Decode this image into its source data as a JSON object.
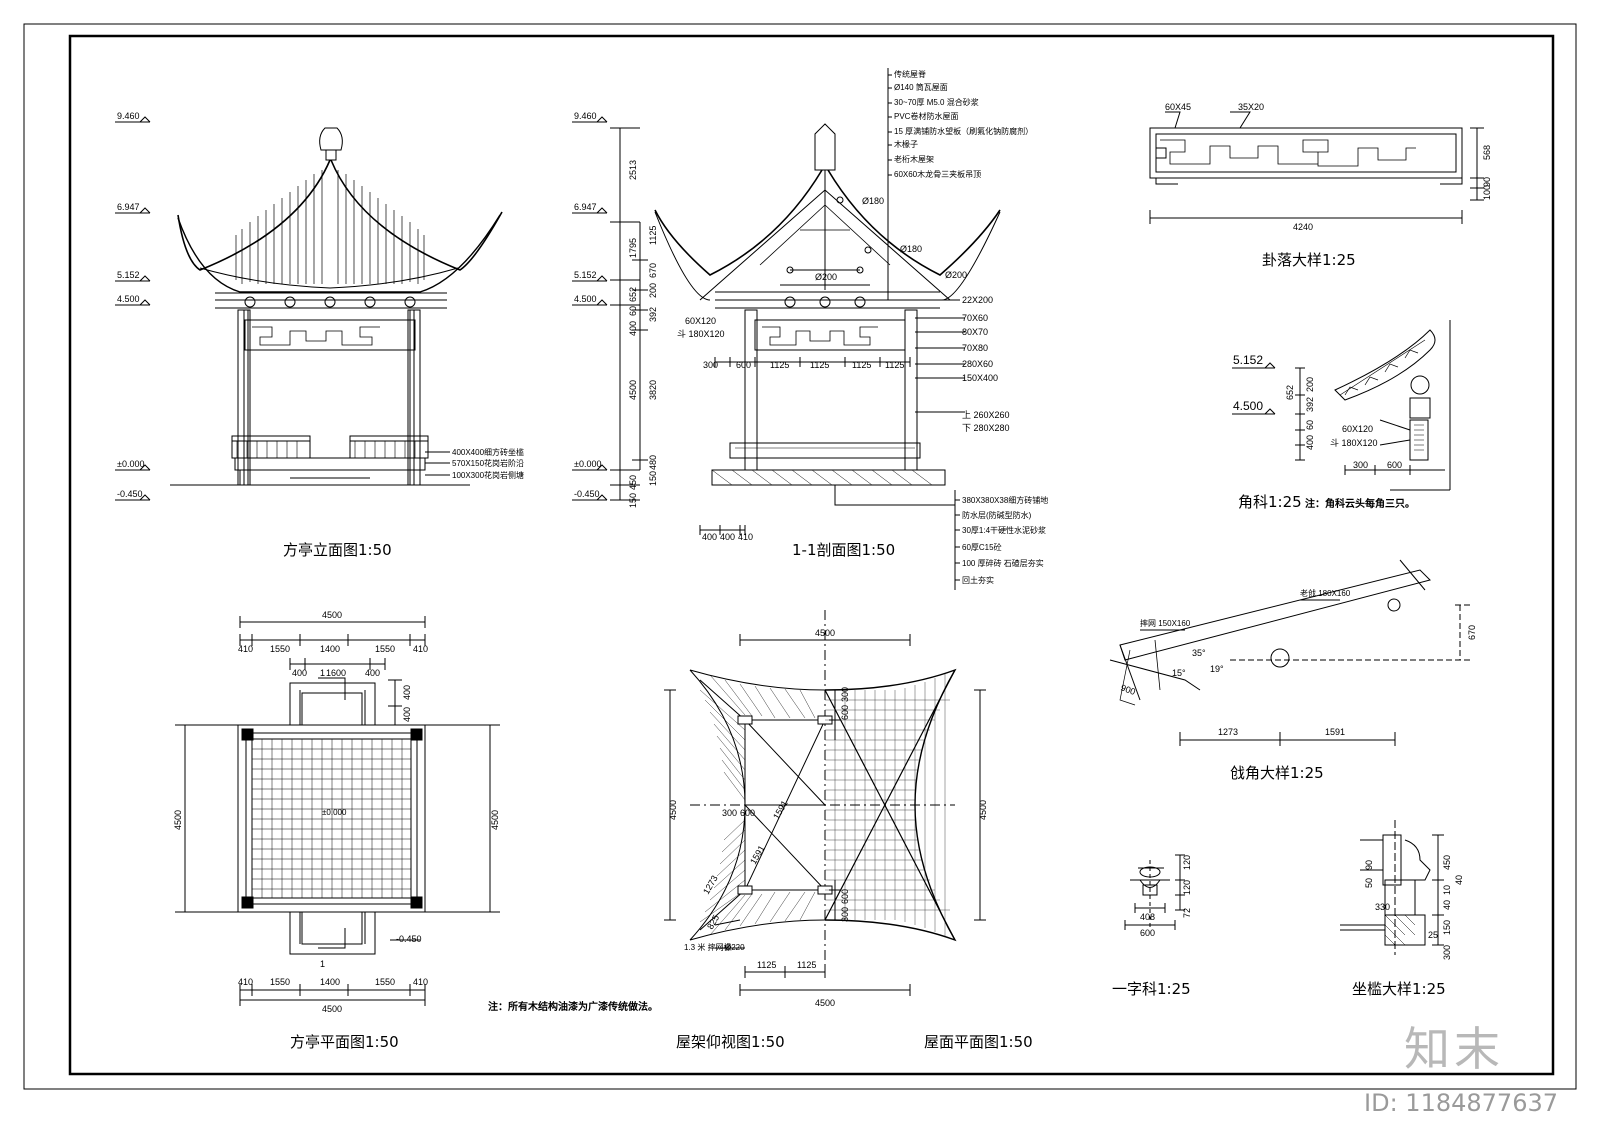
{
  "titles": {
    "elevation": "方亭立面图1:50",
    "section": "1-1剖面图1:50",
    "gualuo": "卦落大样1:25",
    "jiaoke": "角科1:25",
    "qiangjiao": "戗角大样1:25",
    "plan": "方亭平面图1:50",
    "roof_frame": "屋架仰视图1:50",
    "roof_plan": "屋面平面图1:50",
    "yizike": "一字科1:25",
    "zuokan": "坐槛大样1:25"
  },
  "notes": {
    "jiaoke_note": "注：角科云头每角三只。",
    "plan_note": "注：所有木结构油漆为广漆传统做法。"
  },
  "elevation": {
    "levels": [
      "9.460",
      "6.947",
      "5.152",
      "4.500",
      "±0.000",
      "-0.450"
    ],
    "callouts": [
      "400X400细方砖坐槛",
      "570X150花岗岩阶沿",
      "100X300花岗岩侧塘"
    ]
  },
  "section": {
    "levels": [
      "9.460",
      "6.947",
      "5.152",
      "4.500",
      "±0.000",
      "-0.450"
    ],
    "vertical_dims": [
      "2513",
      "1795",
      "1125",
      "670",
      "652",
      "200",
      "392",
      "60",
      "400",
      "4500",
      "3820",
      "480",
      "150",
      "450",
      "150"
    ],
    "bay_dims": [
      "300",
      "600",
      "1125",
      "1125",
      "1125",
      "1125"
    ],
    "base_dims": [
      "400",
      "400",
      "410"
    ],
    "layer_top": [
      "传统屋脊",
      "Ø140 筒瓦屋面",
      "30~70厚 M5.0 混合砂浆",
      "PVC卷材防水屋面",
      "15 厚满铺防水望板（刷氟化钠防腐剂）",
      "木椽子",
      "老桁木屋架",
      "60X60木龙骨三夹板吊顶"
    ],
    "members": [
      "Ø180",
      "Ø180",
      "Ø200",
      "Ø200",
      "22X200",
      "70X60",
      "80X70",
      "70X80",
      "280X60",
      "150X400",
      "上 260X260",
      "下 280X280"
    ],
    "left_members": [
      "60X120",
      "斗 180X120"
    ],
    "layer_bottom": [
      "380X380X38细方砖铺地",
      "防水层(防碱型防水)",
      "30厚1:4干硬性水泥砂浆",
      "60厚C15砼",
      "100 厚碎砖  石碴层夯实",
      "回土夯实"
    ]
  },
  "gualuo": {
    "dims": [
      "60X45",
      "35X20",
      "4240",
      "568",
      "90",
      "100"
    ]
  },
  "jiaoke": {
    "levels": [
      "5.152",
      "4.500"
    ],
    "dims": [
      "652",
      "200",
      "392",
      "60",
      "400",
      "60X120",
      "斗 180X120",
      "300",
      "600"
    ]
  },
  "qiangjiao": {
    "dims": [
      "摔网 150X160",
      "老戗 180X160",
      "670",
      "900",
      "35°",
      "15°",
      "19°",
      "1273",
      "1591"
    ]
  },
  "plan": {
    "top_dims": [
      "4500",
      "410",
      "1550",
      "1400",
      "1550",
      "410",
      "1600",
      "400",
      "400"
    ],
    "side_dims": [
      "4500",
      "4500",
      "400",
      "400"
    ],
    "level": "±0.000",
    "low_level": "-0.450",
    "bottom_dims": [
      "410",
      "1550",
      "1400",
      "1550",
      "410",
      "4500"
    ],
    "cut": "1"
  },
  "roof_frame": {
    "dims": [
      "4500",
      "4500",
      "600",
      "300",
      "300",
      "600",
      "1273",
      "825",
      "1591",
      "1591",
      "300",
      "600",
      "1125",
      "1125",
      "4500"
    ],
    "labels": [
      "1.3 米 摔网椽",
      "Ø220"
    ]
  },
  "roof_plan": {
    "dims": [
      "4500"
    ]
  },
  "yizike": {
    "dims": [
      "120",
      "120",
      "72",
      "408",
      "600"
    ]
  },
  "zuokan": {
    "dims": [
      "450",
      "40",
      "90",
      "50",
      "330",
      "10",
      "40",
      "150",
      "300",
      "25"
    ]
  },
  "watermark": {
    "logo": "知末",
    "id": "ID: 1184877637"
  }
}
